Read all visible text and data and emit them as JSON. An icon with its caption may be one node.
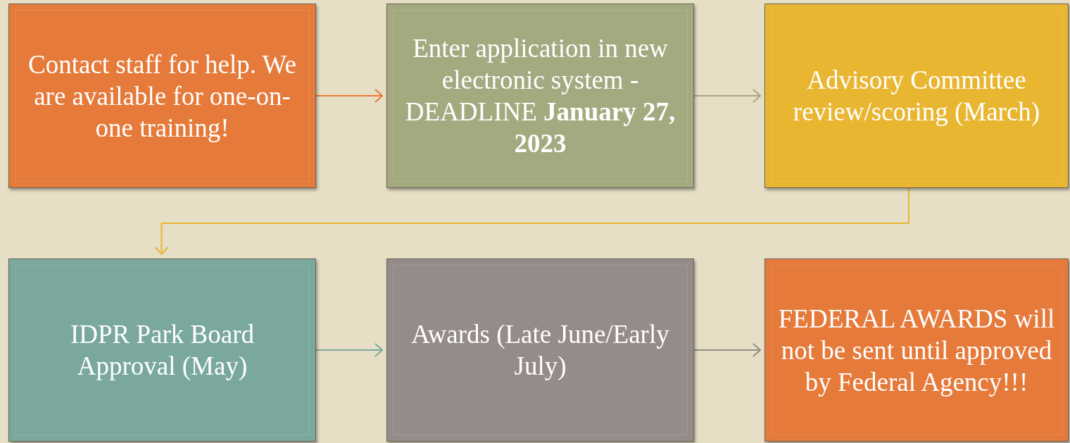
{
  "diagram": {
    "nodes": [
      {
        "text": [
          "Contact staff  for help. We are available for one-on-one training!"
        ]
      },
      {
        "text": [
          "Enter application in new electronic system - DEADLINE **January 27, 2023**"
        ]
      },
      {
        "text": [
          "Advisory Committee review/scoring (March)"
        ]
      },
      {
        "text": [
          "IDPR Park Board Approval (May)"
        ]
      },
      {
        "text": [
          "Awards (Late June/Early July)"
        ]
      },
      {
        "text": [
          "FEDERAL AWARDS will not be sent until approved by Federal Agency!!!"
        ]
      }
    ],
    "edges": [
      {
        "from": 0,
        "to": 1,
        "arrow": "to",
        "color": "#e57a3a"
      },
      {
        "from": 1,
        "to": 2,
        "arrow": "to",
        "color": "#a3aa80"
      },
      {
        "from": 2,
        "to": 3,
        "arrow": "to",
        "color": "#e9b632"
      },
      {
        "from": 3,
        "to": 4,
        "arrow": "to",
        "color": "#7aa89d"
      },
      {
        "from": 4,
        "to": 5,
        "arrow": "to",
        "color": "#958b88"
      }
    ]
  }
}
